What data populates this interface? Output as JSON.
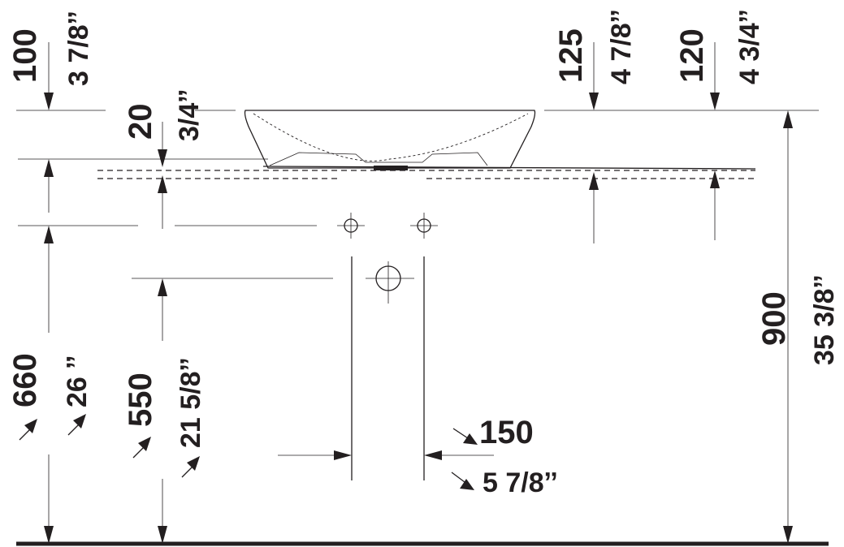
{
  "dimensions": {
    "basin_top": {
      "mm": "100",
      "inch": "3 7/8ˮ"
    },
    "basin_height": {
      "mm": "20",
      "inch": "3/4ˮ"
    },
    "tap_left": {
      "mm": "125",
      "inch": "4 7/8ˮ"
    },
    "tap_right": {
      "mm": "120",
      "inch": "4 3/4ˮ"
    },
    "counter_height": {
      "mm": "900",
      "inch": "35 3/8ˮ"
    },
    "supply_height": {
      "mm": "660",
      "inch": "26 ˮ"
    },
    "drain_height": {
      "mm": "550",
      "inch": "21 5/8ˮ"
    },
    "supply_spacing": {
      "mm": "150",
      "inch": "5 7/8ˮ"
    }
  }
}
